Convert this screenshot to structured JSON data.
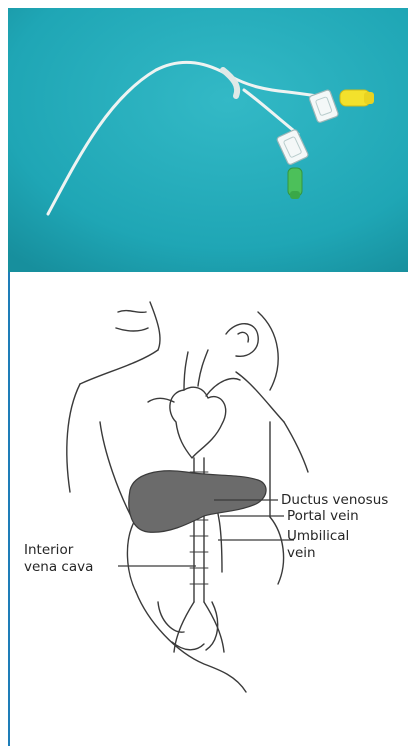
{
  "photo": {
    "background_color": "#21a9b8",
    "subject": "umbilical catheter with clamps and connectors"
  },
  "diagram": {
    "labels": {
      "ductus_venosus": "Ductus venosus",
      "portal_vein": "Portal vein",
      "umbilical_vein_line1": "Umbilical",
      "umbilical_vein_line2": "vein",
      "ivc_line1": "Interior",
      "ivc_line2": "vena cava"
    },
    "colors": {
      "liver": "#6b6b6b",
      "outline": "#3a3a3a",
      "rule": "#1e7db8"
    }
  }
}
